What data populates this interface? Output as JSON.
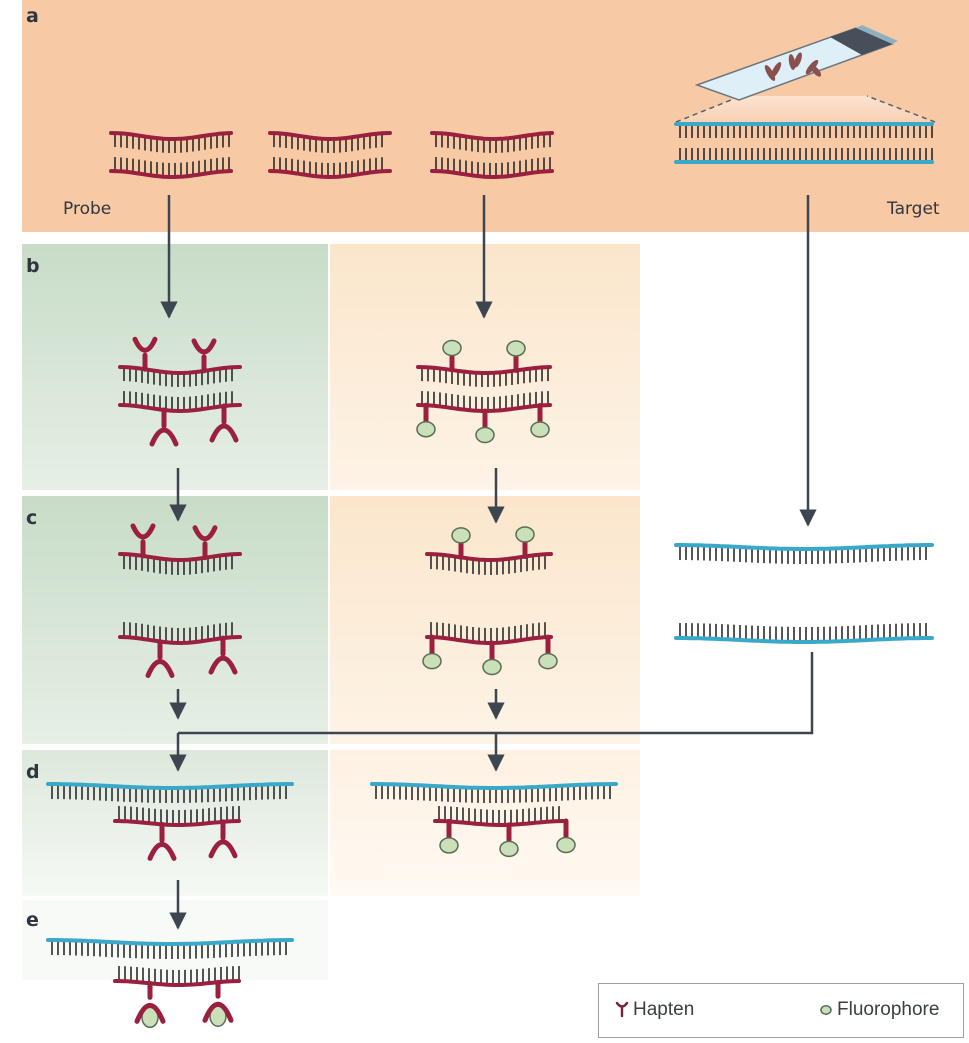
{
  "panels": {
    "a": "a",
    "b": "b",
    "c": "c",
    "d": "d",
    "e": "e"
  },
  "labels": {
    "probe": "Probe",
    "target": "Target"
  },
  "legend": {
    "hapten": "Hapten",
    "fluorophore": "Fluorophore"
  },
  "colors": {
    "panel_a_bg": "#f7c9a4",
    "hapten_col_bg": "#d5e3d4",
    "fluor_col_bg": "#fcecd6",
    "probe_strand": "#9b1f3e",
    "target_strand": "#3aa9c9",
    "fluorophore": "#c9e0b8",
    "arrow": "#3d4650"
  }
}
